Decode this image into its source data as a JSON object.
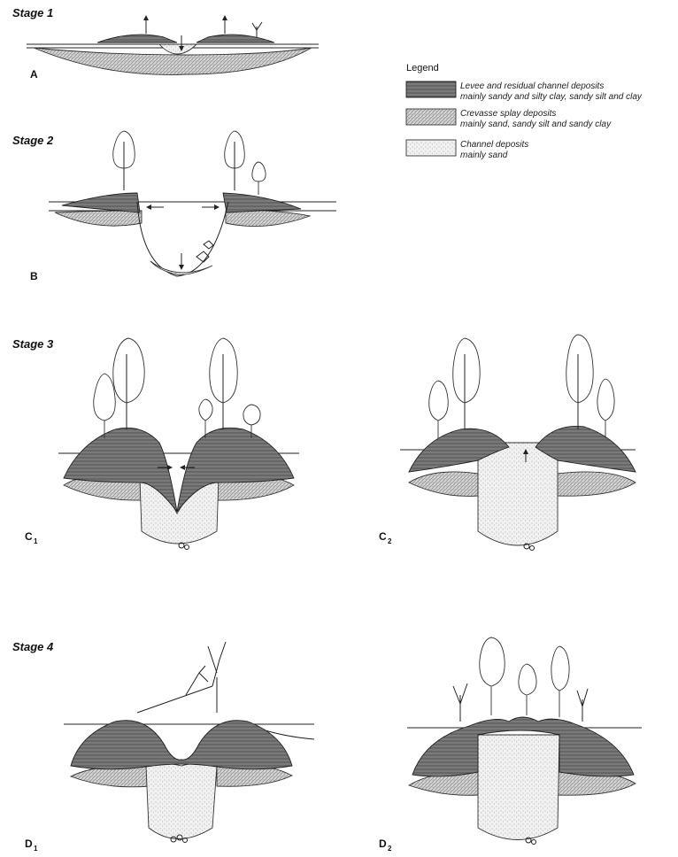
{
  "stages": {
    "stage1": "Stage 1",
    "stage2": "Stage 2",
    "stage3": "Stage 3",
    "stage4": "Stage 4"
  },
  "panels": {
    "A": "A",
    "B": "B",
    "C1": "C",
    "C1_sub": "1",
    "C2": "C",
    "C2_sub": "2",
    "D1": "D",
    "D1_sub": "1",
    "D2": "D",
    "D2_sub": "2"
  },
  "legend": {
    "title": "Legend",
    "items": [
      {
        "line1": "Levee and residual channel deposits",
        "line2": "mainly sandy and silty clay, sandy silt and clay",
        "pattern": "levee"
      },
      {
        "line1": "Crevasse splay deposits",
        "line2": "mainly sand, sandy silt and sandy clay",
        "pattern": "splay"
      },
      {
        "line1": "Channel deposits",
        "line2": "mainly sand",
        "pattern": "channel"
      }
    ]
  },
  "colors": {
    "levee": "#7a7a7a",
    "splay": "#c8c8c8",
    "channel": "#ececec",
    "line": "#222222"
  }
}
